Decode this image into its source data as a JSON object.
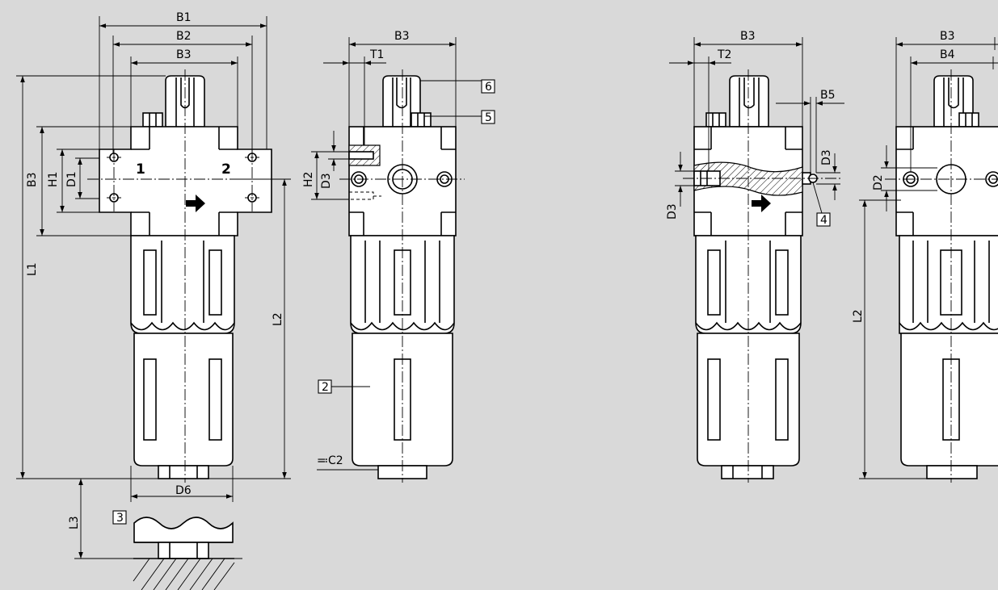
{
  "labels": {
    "B1": "B1",
    "B2": "B2",
    "B3": "B3",
    "B4": "B4",
    "B5": "B5",
    "D1": "D1",
    "D2": "D2",
    "D3": "D3",
    "D6": "D6",
    "H1": "H1",
    "H2": "H2",
    "L1": "L1",
    "L2": "L2",
    "L3": "L3",
    "T1": "T1",
    "T2": "T2",
    "port_in": "1",
    "port_out": "2",
    "wrench": "≕C2",
    "ref_2": "2",
    "ref_3": "3",
    "ref_4": "4",
    "ref_5": "5",
    "ref_6": "6"
  },
  "colors": {
    "background": "#d9d9d9",
    "line": "#000000",
    "part": "#ffffff"
  }
}
